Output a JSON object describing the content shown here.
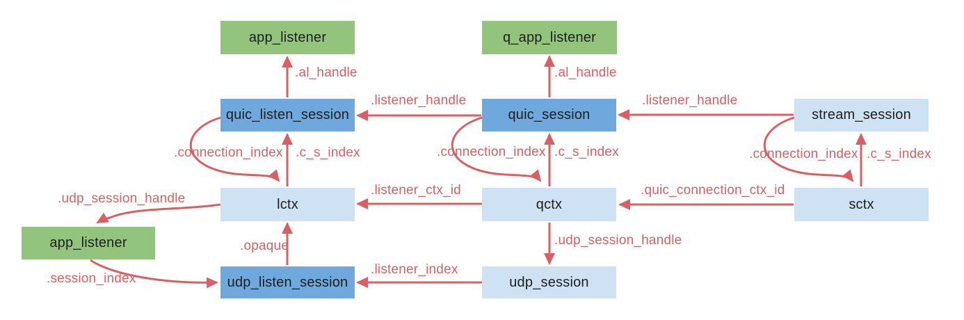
{
  "diagram": {
    "colors": {
      "green": "#93c47d",
      "blue": "#6fa8dc",
      "light": "#cfe2f3",
      "red": "#d95f63",
      "bg": "#ffffff"
    },
    "nodes": [
      {
        "id": "app_listener_top",
        "label": "app_listener",
        "fill": "green"
      },
      {
        "id": "q_app_listener",
        "label": "q_app_listener",
        "fill": "green"
      },
      {
        "id": "quic_listen_session",
        "label": "quic_listen_session",
        "fill": "blue"
      },
      {
        "id": "quic_session",
        "label": "quic_session",
        "fill": "blue"
      },
      {
        "id": "stream_session",
        "label": "stream_session",
        "fill": "light"
      },
      {
        "id": "lctx",
        "label": "lctx",
        "fill": "light"
      },
      {
        "id": "qctx",
        "label": "qctx",
        "fill": "light"
      },
      {
        "id": "sctx",
        "label": "sctx",
        "fill": "light"
      },
      {
        "id": "app_listener_bottom",
        "label": "app_listener",
        "fill": "green"
      },
      {
        "id": "udp_listen_session",
        "label": "udp_listen_session",
        "fill": "blue"
      },
      {
        "id": "udp_session",
        "label": "udp_session",
        "fill": "light"
      }
    ],
    "edges": [
      {
        "from": "quic_listen_session",
        "to": "app_listener_top",
        "label": ".al_handle"
      },
      {
        "from": "quic_session",
        "to": "q_app_listener",
        "label": ".al_handle"
      },
      {
        "from": "quic_session",
        "to": "quic_listen_session",
        "label": ".listener_handle"
      },
      {
        "from": "stream_session",
        "to": "quic_session",
        "label": ".listener_handle"
      },
      {
        "from": "quic_listen_session",
        "to": "lctx",
        "label": ".connection_index"
      },
      {
        "from": "lctx",
        "to": "quic_listen_session",
        "label": ".c_s_index"
      },
      {
        "from": "quic_session",
        "to": "qctx",
        "label": ".connection_index"
      },
      {
        "from": "qctx",
        "to": "quic_session",
        "label": ".c_s_index"
      },
      {
        "from": "stream_session",
        "to": "sctx",
        "label": ".connection_index"
      },
      {
        "from": "sctx",
        "to": "stream_session",
        "label": ".c_s_index"
      },
      {
        "from": "qctx",
        "to": "lctx",
        "label": ".listener_ctx_id"
      },
      {
        "from": "sctx",
        "to": "qctx",
        "label": ".quic_connection_ctx_id"
      },
      {
        "from": "lctx",
        "to": "app_listener_bottom",
        "label": ".udp_session_handle"
      },
      {
        "from": "udp_listen_session",
        "to": "lctx",
        "label": ".opaque"
      },
      {
        "from": "qctx",
        "to": "udp_session",
        "label": ".udp_session_handle"
      },
      {
        "from": "udp_session",
        "to": "udp_listen_session",
        "label": ".listener_index"
      },
      {
        "from": "app_listener_bottom",
        "to": "udp_listen_session",
        "label": ".session_index"
      }
    ]
  }
}
